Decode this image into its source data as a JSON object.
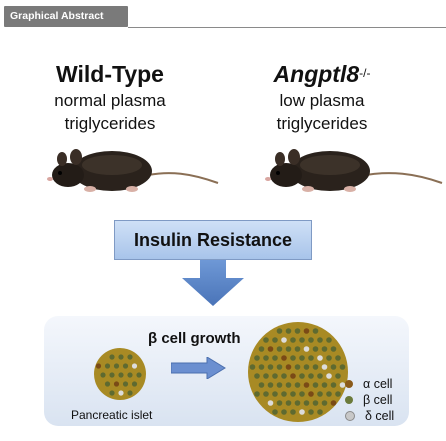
{
  "header": {
    "tag_label": "Graphical Abstract"
  },
  "left": {
    "title": "Wild-Type",
    "line1": "normal plasma",
    "line2": "triglycerides"
  },
  "right": {
    "title": "Angptl8",
    "title_sup": "-/-",
    "line1": "low plasma",
    "line2": "triglycerides"
  },
  "banner": {
    "label": "Insulin Resistance"
  },
  "bottom": {
    "growth_label": "β cell growth",
    "islet_label": "Pancreatic islet"
  },
  "legend": [
    {
      "label": "α cell",
      "color": "#8a5a1a"
    },
    {
      "label": "β cell",
      "color": "#6b7a3a"
    },
    {
      "label": "δ cell",
      "color": "#c8c8c8"
    }
  ],
  "colors": {
    "banner": "#b9d0f0",
    "arrow": "#5b86c9",
    "islet": "#b49628"
  }
}
